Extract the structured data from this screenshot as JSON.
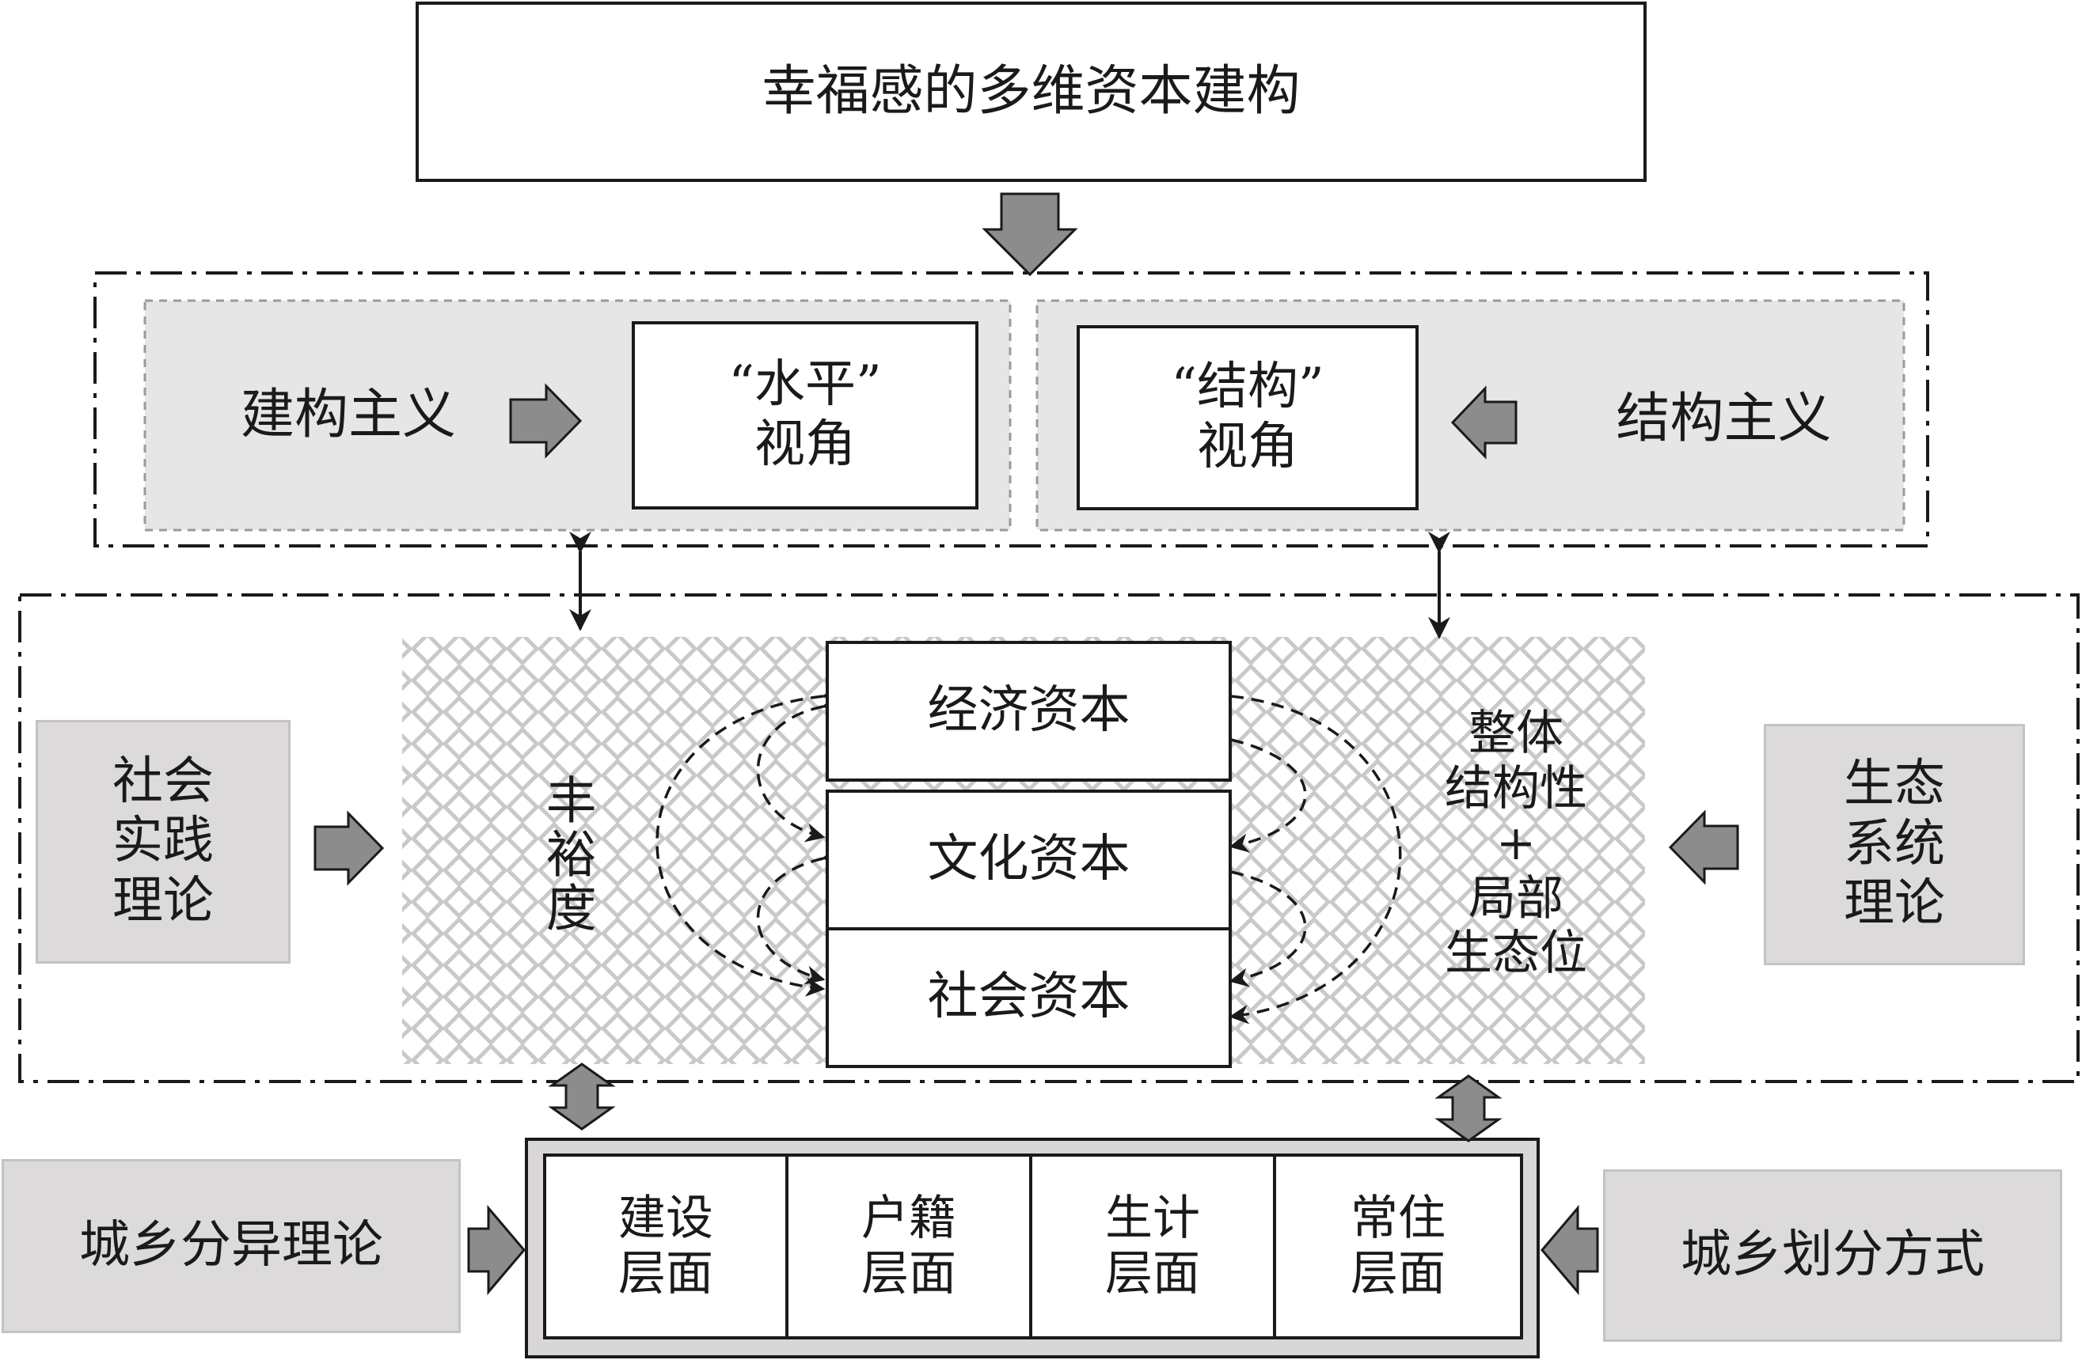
{
  "title": "幸福感的多维资本建构",
  "perspectives": {
    "left_theory": "建构主义",
    "left_view_line1": "“水平”",
    "left_view_line2": "视角",
    "right_view_line1": "“结构”",
    "right_view_line2": "视角",
    "right_theory": "结构主义"
  },
  "middle": {
    "left_theory_line1": "社会",
    "left_theory_line2": "实践",
    "left_theory_line3": "理论",
    "richness": "丰裕度",
    "capitals": [
      "经济资本",
      "文化资本",
      "社会资本"
    ],
    "right_label_line1": "整体",
    "right_label_line2": "结构性",
    "right_label_plus": "+",
    "right_label_line3": "局部",
    "right_label_line4": "生态位",
    "right_theory_line1": "生态",
    "right_theory_line2": "系统",
    "right_theory_line3": "理论"
  },
  "bottom": {
    "left_theory": "城乡分异理论",
    "levels": [
      {
        "line1": "建设",
        "line2": "层面"
      },
      {
        "line1": "户籍",
        "line2": "层面"
      },
      {
        "line1": "生计",
        "line2": "层面"
      },
      {
        "line1": "常住",
        "line2": "层面"
      }
    ],
    "right_theory": "城乡划分方式"
  },
  "colors": {
    "arrow_fill": "#8c8c8c",
    "panel_grey": "#e6e6e6",
    "box_grey": "#dcdadb",
    "line": "#1a1a1a"
  }
}
